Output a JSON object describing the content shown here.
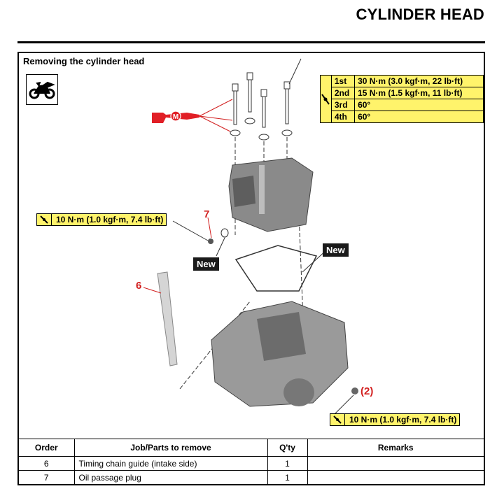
{
  "header": {
    "title": "CYLINDER HEAD"
  },
  "section": {
    "title": "Removing the cylinder head",
    "vehicle_icon": "dirt-bike-icon"
  },
  "torque_sequence": {
    "icon": "torque-wrench-icon",
    "rows": [
      {
        "step": "1st",
        "spec": "30 N·m (3.0 kgf·m, 22 lb·ft)"
      },
      {
        "step": "2nd",
        "spec": "15 N·m (1.5 kgf·m, 11 lb·ft)"
      },
      {
        "step": "3rd",
        "spec": "60°"
      },
      {
        "step": "4th",
        "spec": "60°"
      }
    ]
  },
  "torque_labels": [
    {
      "icon": "torque-wrench-icon",
      "value": "10 N·m (1.0 kgf·m, 7.4 lb·ft)"
    },
    {
      "icon": "torque-wrench-icon",
      "value": "10 N·m (1.0 kgf·m, 7.4 lb·ft)"
    }
  ],
  "lubricant": {
    "icon": "molybdenum-oil-icon",
    "letter": "M"
  },
  "badges": {
    "new_1": "New",
    "new_2": "New"
  },
  "callouts": {
    "part_7": "7",
    "part_6": "6",
    "part_2": "(2)"
  },
  "parts_table": {
    "headers": [
      "Order",
      "Job/Parts to remove",
      "Q'ty",
      "Remarks"
    ],
    "rows": [
      {
        "order": "6",
        "part": "Timing chain guide (intake side)",
        "qty": "1",
        "remarks": ""
      },
      {
        "order": "7",
        "part": "Oil passage plug",
        "qty": "1",
        "remarks": ""
      }
    ]
  },
  "colors": {
    "torque_fill": "#fff36b",
    "callout_red": "#d21f1f",
    "badge_bg": "#1a1a1a"
  }
}
